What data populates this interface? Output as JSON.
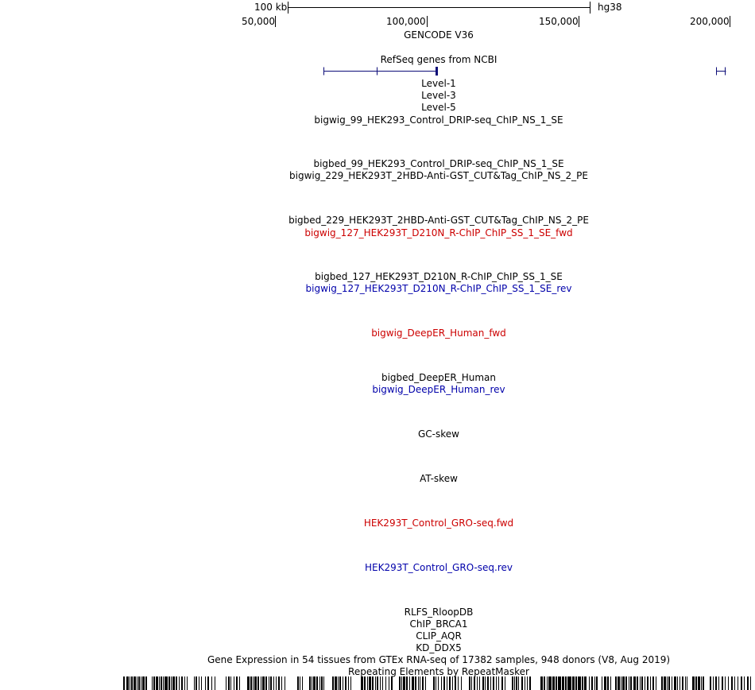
{
  "ruler": {
    "scale_label": "100 kb",
    "assembly": "hg38",
    "positions": [
      "50,000",
      "100,000",
      "150,000",
      "200,000"
    ]
  },
  "tracks": [
    {
      "key": "gencode",
      "label": "GENCODE V36",
      "color": "#000000"
    },
    {
      "key": "refseq",
      "label": "RefSeq genes from NCBI",
      "color": "#000000"
    },
    {
      "key": "level1",
      "label": "Level-1",
      "color": "#000000"
    },
    {
      "key": "level3",
      "label": "Level-3",
      "color": "#000000"
    },
    {
      "key": "level5",
      "label": "Level-5",
      "color": "#000000"
    },
    {
      "key": "bw99",
      "label": "bigwig_99_HEK293_Control_DRIP-seq_ChIP_NS_1_SE",
      "color": "#000000"
    },
    {
      "key": "bb99",
      "label": "bigbed_99_HEK293_Control_DRIP-seq_ChIP_NS_1_SE",
      "color": "#000000"
    },
    {
      "key": "bw229",
      "label": "bigwig_229_HEK293T_2HBD-Anti-GST_CUT&Tag_ChIP_NS_2_PE",
      "color": "#000000"
    },
    {
      "key": "bb229",
      "label": "bigbed_229_HEK293T_2HBD-Anti-GST_CUT&Tag_ChIP_NS_2_PE",
      "color": "#000000"
    },
    {
      "key": "bw127f",
      "label": "bigwig_127_HEK293T_D210N_R-ChIP_ChIP_SS_1_SE_fwd",
      "color": "#cc0000"
    },
    {
      "key": "bb127",
      "label": "bigbed_127_HEK293T_D210N_R-ChIP_ChIP_SS_1_SE",
      "color": "#000000"
    },
    {
      "key": "bw127r",
      "label": "bigwig_127_HEK293T_D210N_R-ChIP_ChIP_SS_1_SE_rev",
      "color": "#0000aa"
    },
    {
      "key": "deepf",
      "label": "bigwig_DeepER_Human_fwd",
      "color": "#cc0000"
    },
    {
      "key": "deepbb",
      "label": "bigbed_DeepER_Human",
      "color": "#000000"
    },
    {
      "key": "deepr",
      "label": "bigwig_DeepER_Human_rev",
      "color": "#0000aa"
    },
    {
      "key": "gcskew",
      "label": "GC-skew",
      "color": "#000000"
    },
    {
      "key": "atskew",
      "label": "AT-skew",
      "color": "#000000"
    },
    {
      "key": "grof",
      "label": "HEK293T_Control_GRO-seq.fwd",
      "color": "#cc0000"
    },
    {
      "key": "gror",
      "label": "HEK293T_Control_GRO-seq.rev",
      "color": "#0000aa"
    },
    {
      "key": "rlfs",
      "label": "RLFS_RloopDB",
      "color": "#000000"
    },
    {
      "key": "brca1",
      "label": "ChIP_BRCA1",
      "color": "#000000"
    },
    {
      "key": "aqr",
      "label": "CLIP_AQR",
      "color": "#000000"
    },
    {
      "key": "ddx5",
      "label": "KD_DDX5",
      "color": "#000000"
    },
    {
      "key": "gtex",
      "label": "Gene Expression in 54 tissues from GTEx RNA-seq of 17382 samples, 948 donors (V8, Aug 2019)",
      "color": "#000000"
    },
    {
      "key": "rmsk",
      "label": "Repeating Elements by RepeatMasker",
      "color": "#000000"
    }
  ],
  "colors": {
    "gene_blue": "#0c0c78",
    "fwd_red": "#cc0000",
    "rev_blue": "#0000aa",
    "ink": "#000000"
  }
}
